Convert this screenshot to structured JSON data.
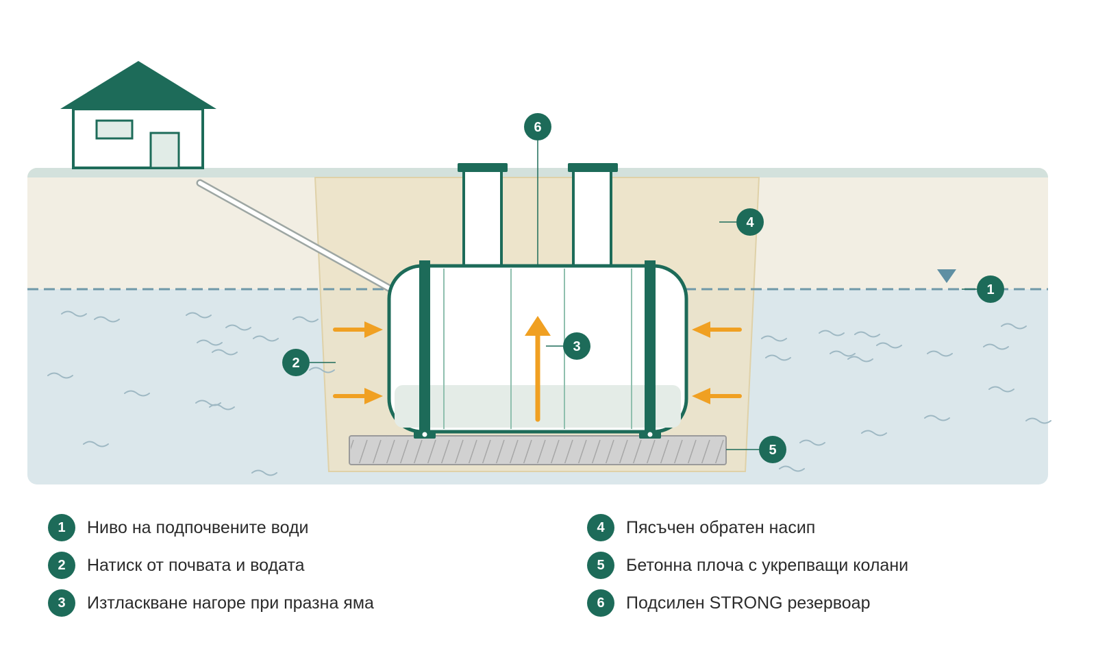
{
  "colors": {
    "brand_green": "#1d6b59",
    "ground_surface": "#d3e1dc",
    "soil": "#f2eee3",
    "sand_backfill": "#ece3c7",
    "groundwater": "#dbe7eb",
    "water_line": "#6f98a8",
    "arrow_orange": "#f0a022",
    "concrete": "#d1d1d1",
    "tank_fill": "#ffffff",
    "tank_liquid": "#e4ece7"
  },
  "icons": {
    "house": "house-icon",
    "water_level": "water-level-triangle-icon",
    "pressure": "pressure-arrow-icon",
    "buoyancy": "buoyancy-arrow-icon",
    "wave": "wave-icon"
  },
  "markers": {
    "m1": "1",
    "m2": "2",
    "m3": "3",
    "m4": "4",
    "m5": "5",
    "m6": "6"
  },
  "legend": [
    {
      "number": "1",
      "label": "Ниво на подпочвените води"
    },
    {
      "number": "2",
      "label": "Натиск от почвата и водата"
    },
    {
      "number": "3",
      "label": "Изтласкване нагоре при празна яма"
    },
    {
      "number": "4",
      "label": "Пясъчен обратен насип"
    },
    {
      "number": "5",
      "label": "Бетонна плоча с укрепващи колани"
    },
    {
      "number": "6",
      "label": "Подсилен STRONG резервоар"
    }
  ]
}
